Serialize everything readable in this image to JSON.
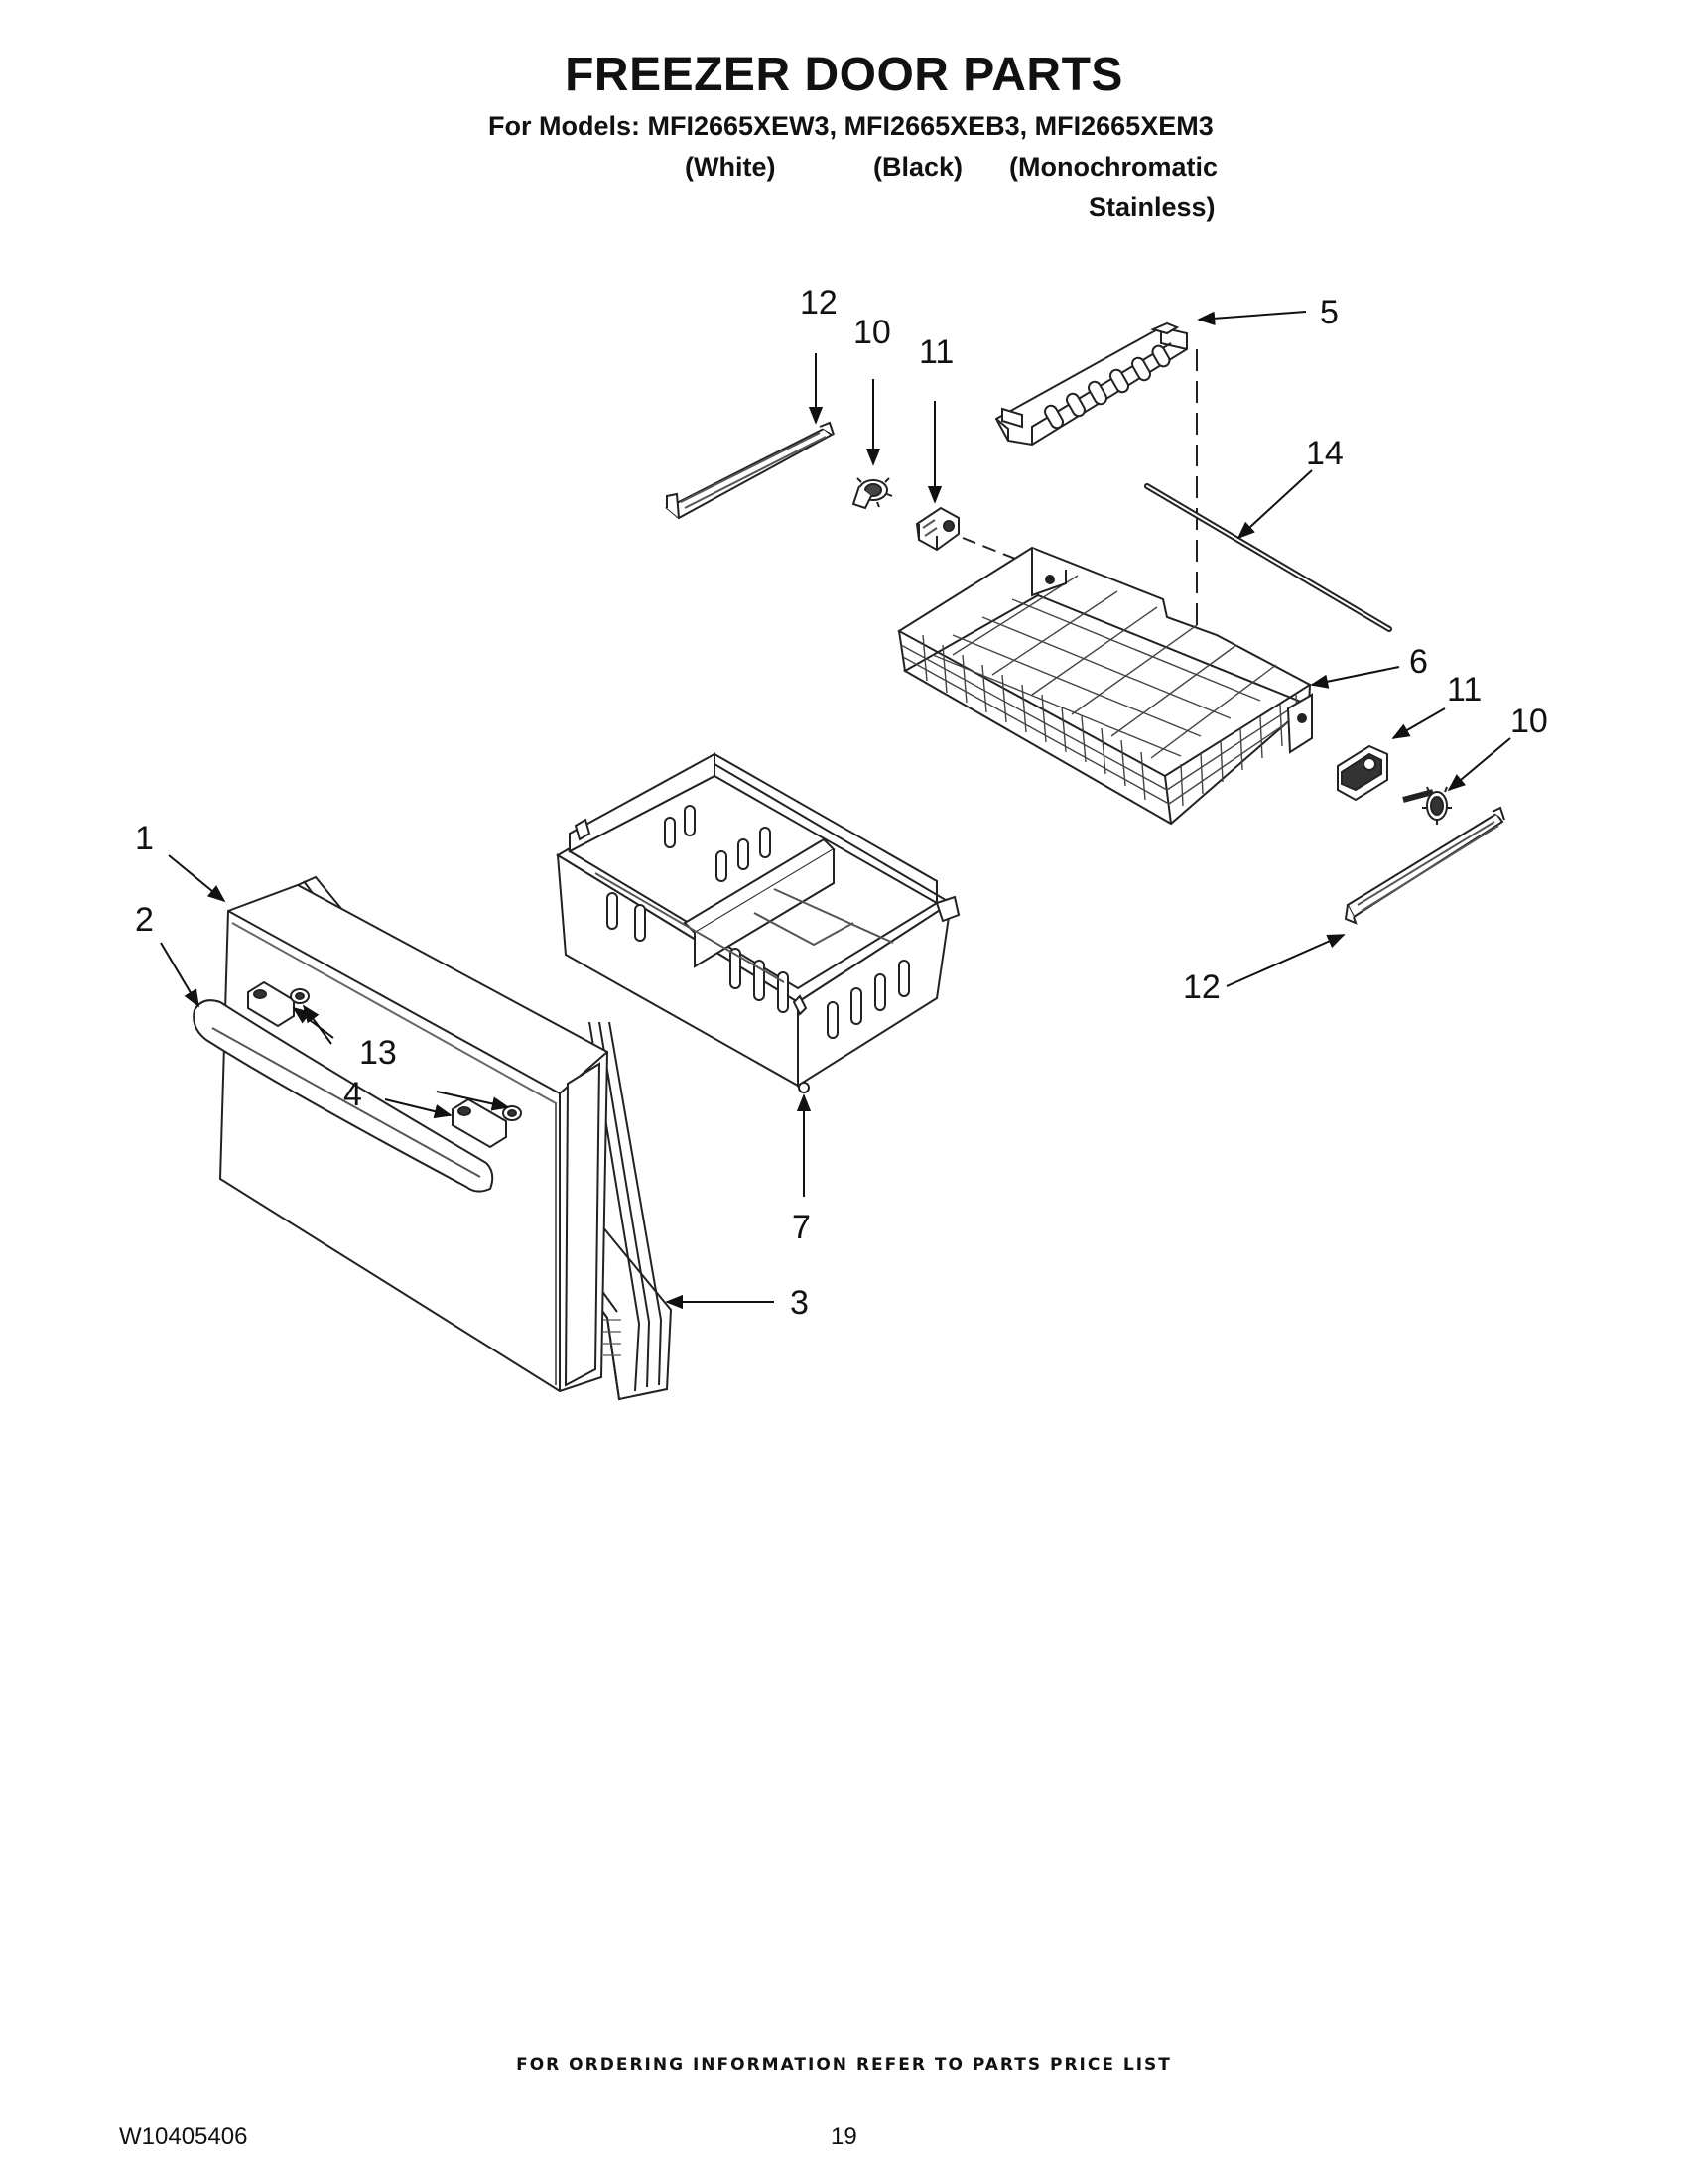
{
  "header": {
    "title": "FREEZER DOOR PARTS",
    "models_line": "For Models: MFI2665XEW3, MFI2665XEB3, MFI2665XEM3",
    "variant_white": "(White)",
    "variant_black": "(Black)",
    "variant_mono_1": "(Monochromatic",
    "variant_mono_2": "Stainless)"
  },
  "callouts": {
    "c1": "1",
    "c2": "2",
    "c3": "3",
    "c4": "4",
    "c5": "5",
    "c6": "6",
    "c7": "7",
    "c10a": "10",
    "c10b": "10",
    "c11a": "11",
    "c11b": "11",
    "c12a": "12",
    "c12b": "12",
    "c13": "13",
    "c14": "14"
  },
  "footer": {
    "ordering_info": "FOR ORDERING INFORMATION REFER TO PARTS PRICE LIST",
    "document_number": "W10405406",
    "page_number": "19"
  }
}
